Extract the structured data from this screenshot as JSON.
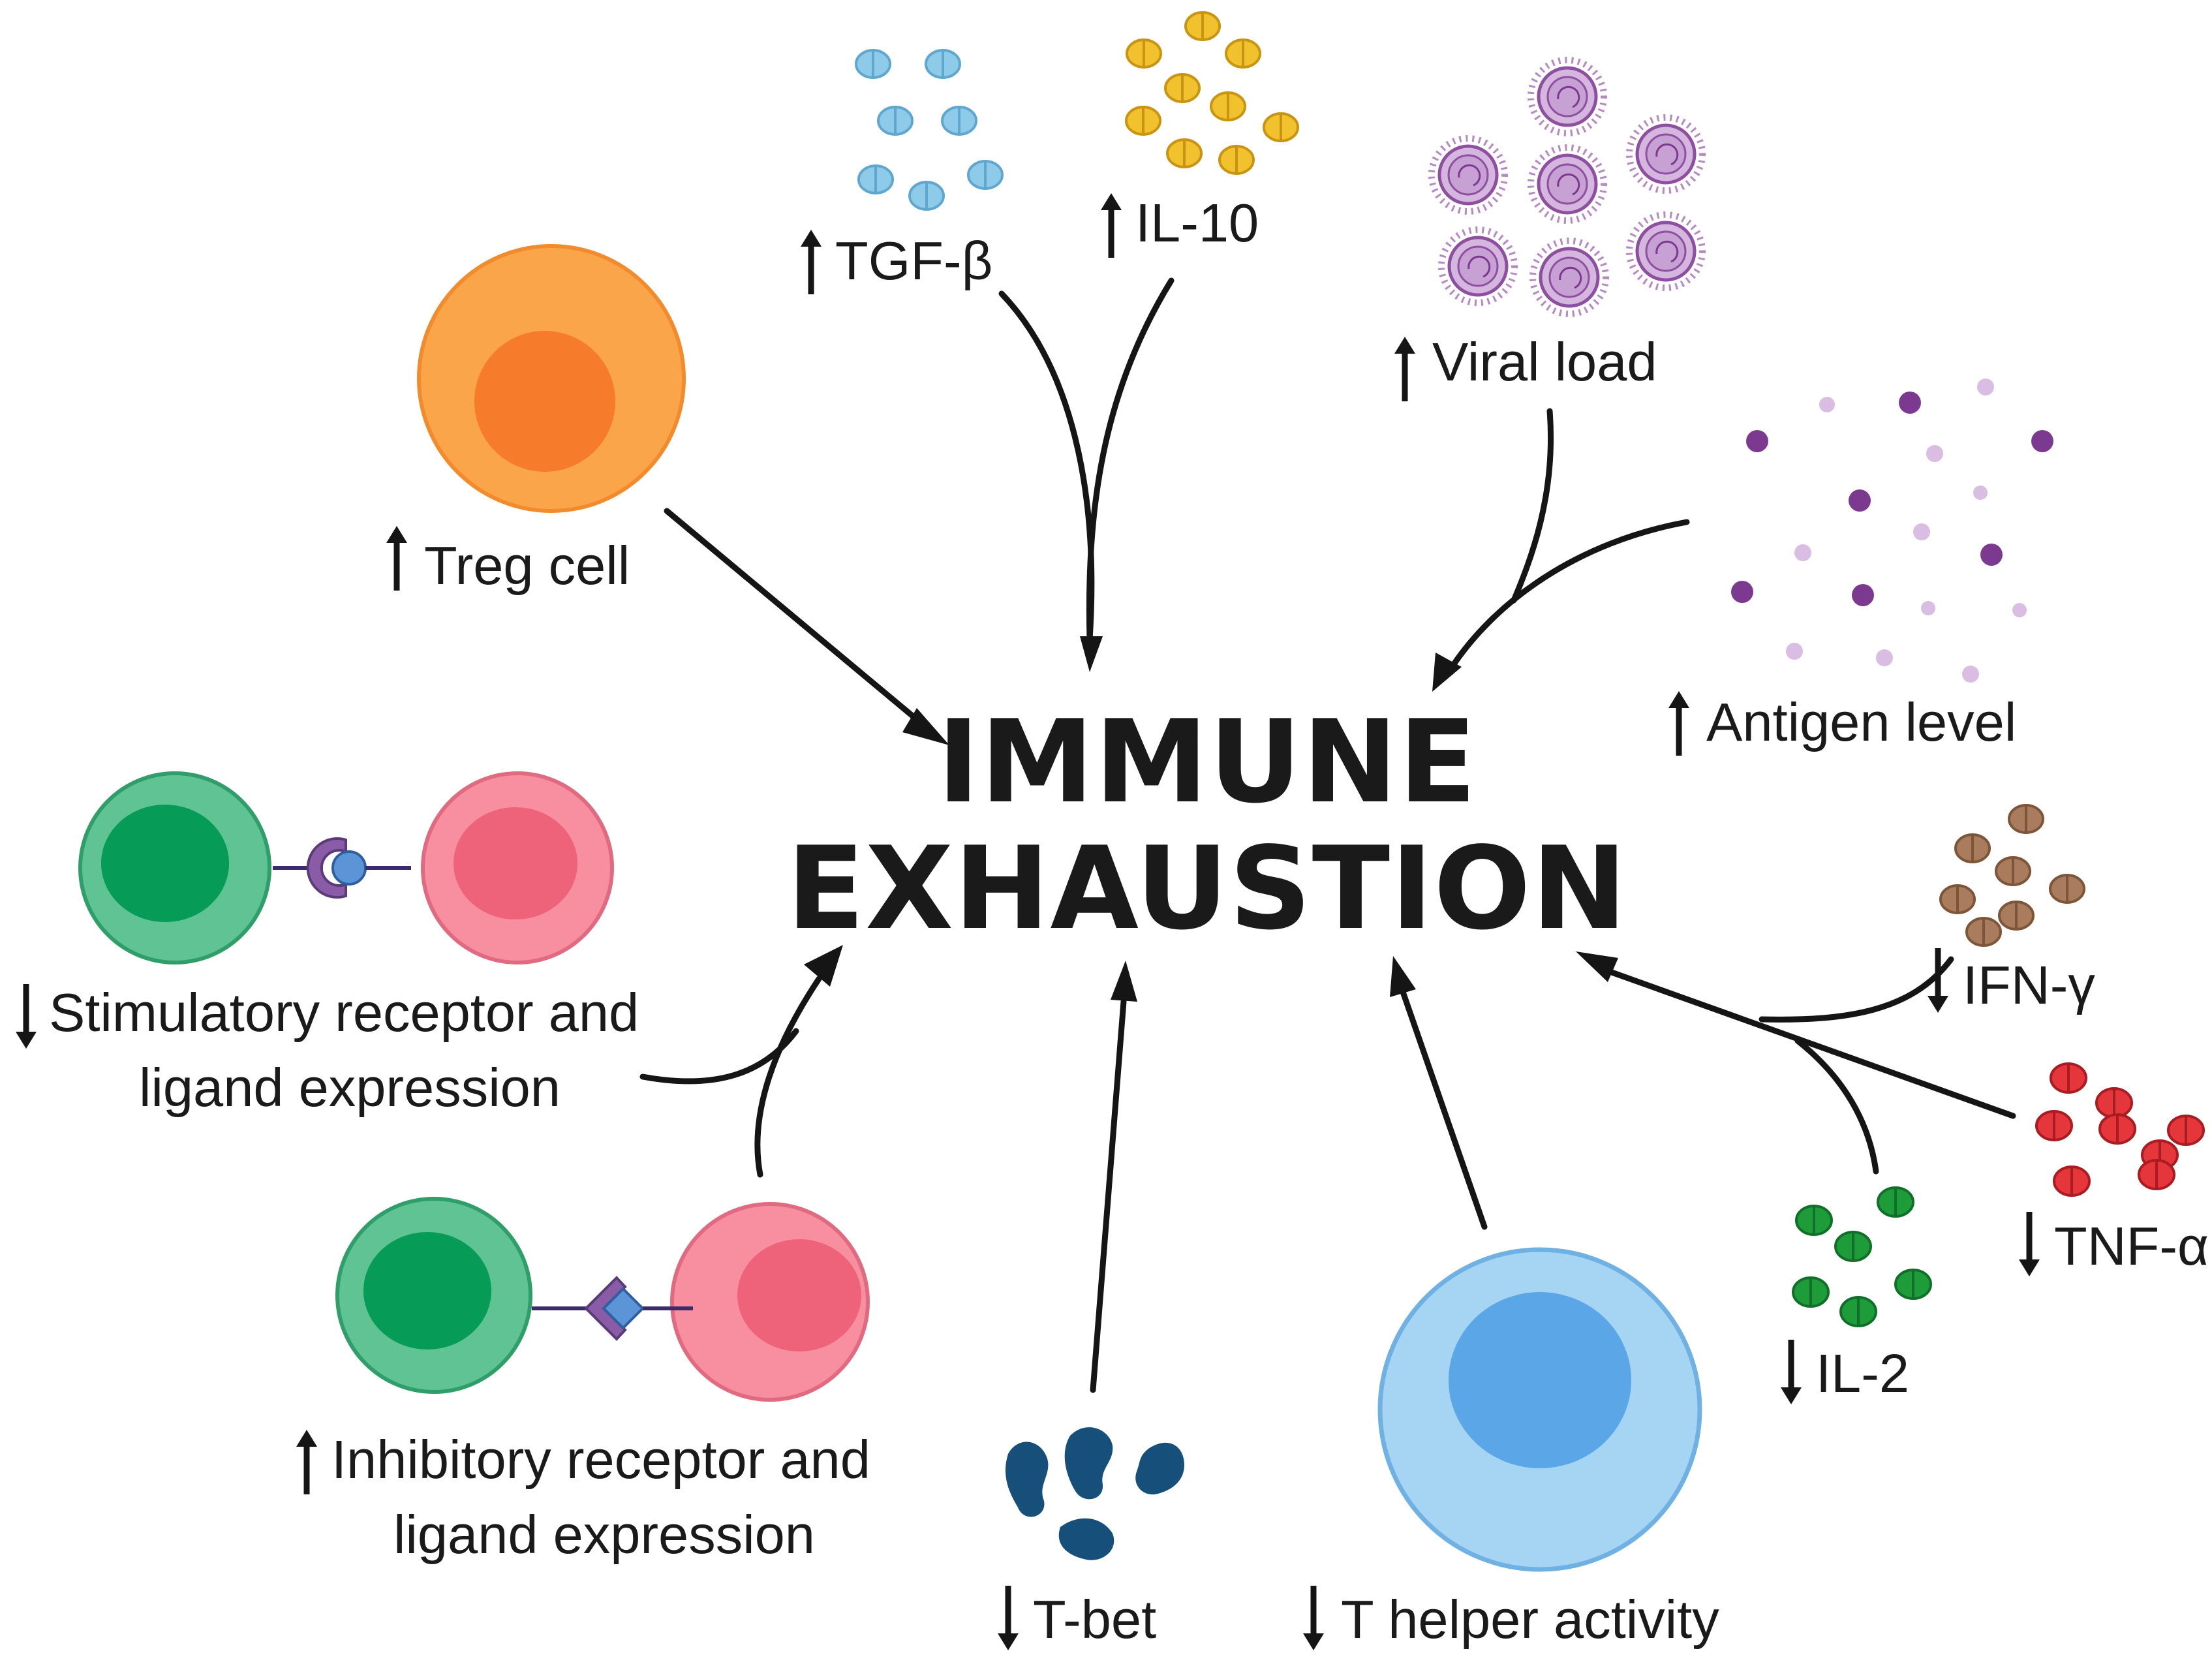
{
  "title": {
    "line1": "IMMUNE",
    "line2": "EXHAUSTION"
  },
  "factors": {
    "tgf_beta": {
      "label": "TGF-β",
      "direction": "up"
    },
    "il10": {
      "label": "IL-10",
      "direction": "up"
    },
    "viral_load": {
      "label": "Viral load",
      "direction": "up"
    },
    "treg": {
      "label": "Treg cell",
      "direction": "up"
    },
    "antigen": {
      "label": "Antigen level",
      "direction": "up"
    },
    "stimulatory": {
      "line1": "Stimulatory receptor and",
      "line2": "ligand expression",
      "direction": "down"
    },
    "inhibitory": {
      "line1": "Inhibitory receptor and",
      "line2": "ligand expression",
      "direction": "up"
    },
    "ifn_gamma": {
      "label": "IFN-γ",
      "direction": "down"
    },
    "tnf_alpha": {
      "label": "TNF-α",
      "direction": "down"
    },
    "il2": {
      "label": "IL-2",
      "direction": "down"
    },
    "tbet": {
      "label": "T-bet",
      "direction": "down"
    },
    "t_helper": {
      "label": "T helper activity",
      "direction": "down"
    }
  },
  "colors": {
    "tgf_beta": "#8ecbe9",
    "il10": "#f2c12e",
    "virus": "#9b5aa9",
    "antigen_dark": "#7b3a8f",
    "antigen_light": "#d9bde2",
    "treg_outer": "#fba54a",
    "treg_inner": "#f67b2b",
    "t_cell_outer": "#5fc393",
    "t_cell_inner": "#069b56",
    "apc_outer": "#f78fa0",
    "apc_inner": "#ee6379",
    "receptor_purple": "#8a5ca8",
    "ligand_blue": "#5b95d8",
    "ifn_gamma": "#a97c5e",
    "tnf_alpha": "#e4363b",
    "il2": "#1f9c3a",
    "tbet": "#154f7a",
    "t_helper_outer": "#a6d4f3",
    "t_helper_inner": "#5aa6e6",
    "arrow": "#151515"
  }
}
